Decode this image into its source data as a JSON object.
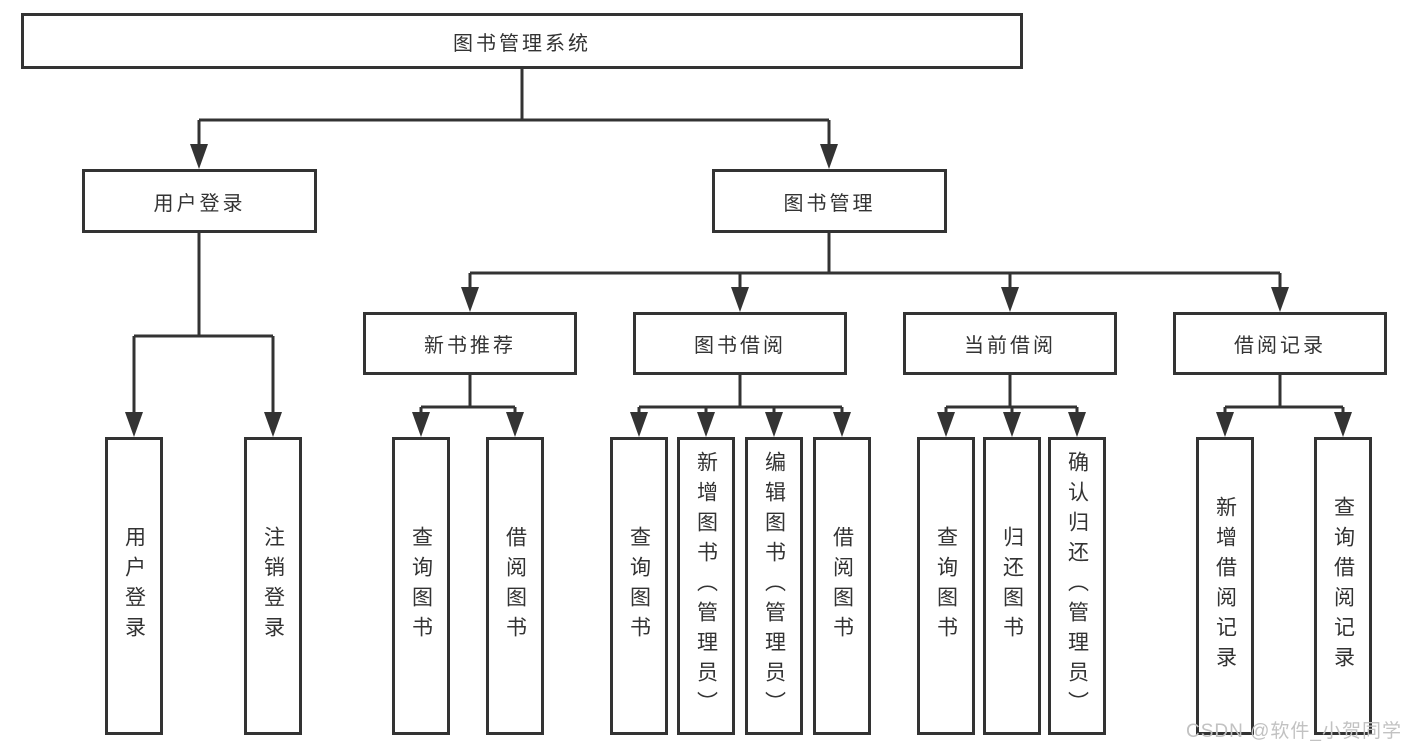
{
  "root_label": "图书管理系统",
  "level2": {
    "user_login": "用户登录",
    "book_management": "图书管理"
  },
  "level3": {
    "new_books": "新书推荐",
    "borrowing": "图书借阅",
    "current": "当前借阅",
    "records": "借阅记录"
  },
  "leaves": {
    "user_login": [
      "用户登录",
      "注销登录"
    ],
    "new_books": [
      "查询图书",
      "借阅图书"
    ],
    "borrowing": [
      "查询图书",
      "新增图书（管理员）",
      "编辑图书（管理员）",
      "借阅图书"
    ],
    "current": [
      "查询图书",
      "归还图书",
      "确认归还（管理员）"
    ],
    "records": [
      "新增借阅记录",
      "查询借阅记录"
    ]
  },
  "watermark": "CSDN @软件_小贺同学",
  "colors": {
    "line": "#333333",
    "box_border": "#333333",
    "text": "#333333",
    "watermark": "#c2c2c2",
    "background": "#ffffff"
  }
}
